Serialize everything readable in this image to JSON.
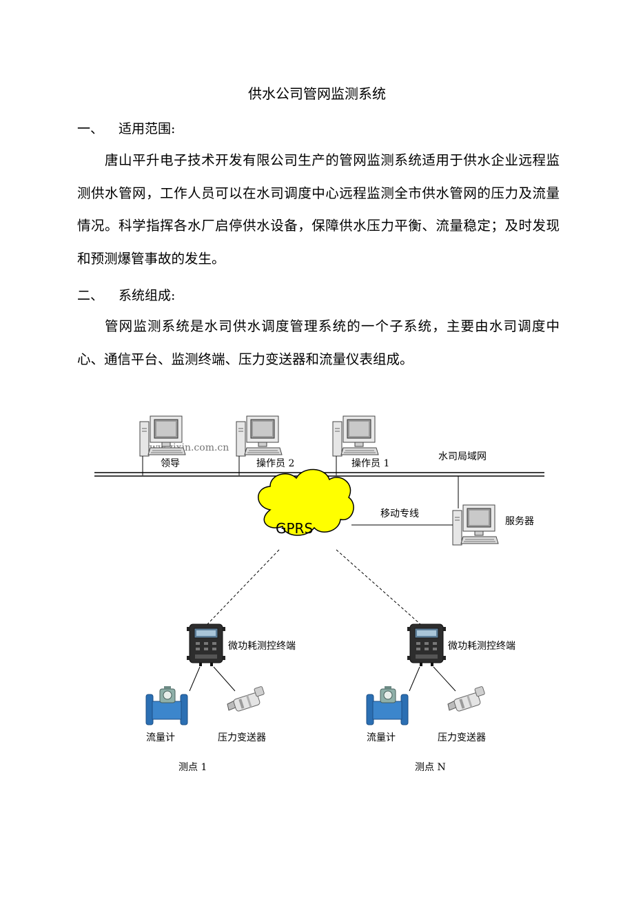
{
  "doc": {
    "title": "供水公司管网监测系统",
    "sections": [
      {
        "num": "一、",
        "heading": "适用范围:",
        "paragraphs": [
          "唐山平升电子技术开发有限公司生产的管网监测系统适用于供水企业远程监测供水管网，工作人员可以在水司调度中心远程监测全市供水管网的压力及流量情况。科学指挥各水厂启停供水设备，保障供水压力平衡、流量稳定；及时发现和预测爆管事故的发生。"
        ]
      },
      {
        "num": "二、",
        "heading": "系统组成:",
        "paragraphs": [
          "管网监测系统是水司供水调度管理系统的一个子系统，主要由水司调度中心、通信平台、监测终端、压力变送器和流量仪表组成。"
        ]
      }
    ]
  },
  "diagram": {
    "watermark": "www.zixin.com.cn",
    "workstations": [
      "领导",
      "操作员 2",
      "操作员 1"
    ],
    "lan_label": "水司局域网",
    "cloud_label": "GPRS",
    "link_label": "移动专线",
    "server_label": "服务器",
    "sites": [
      {
        "terminal": "微功耗测控终端",
        "flowmeter": "流量计",
        "transmitter": "压力变送器",
        "site_label": "测点 1"
      },
      {
        "terminal": "微功耗测控终端",
        "flowmeter": "流量计",
        "transmitter": "压力变送器",
        "site_label": "测点 N"
      }
    ]
  }
}
